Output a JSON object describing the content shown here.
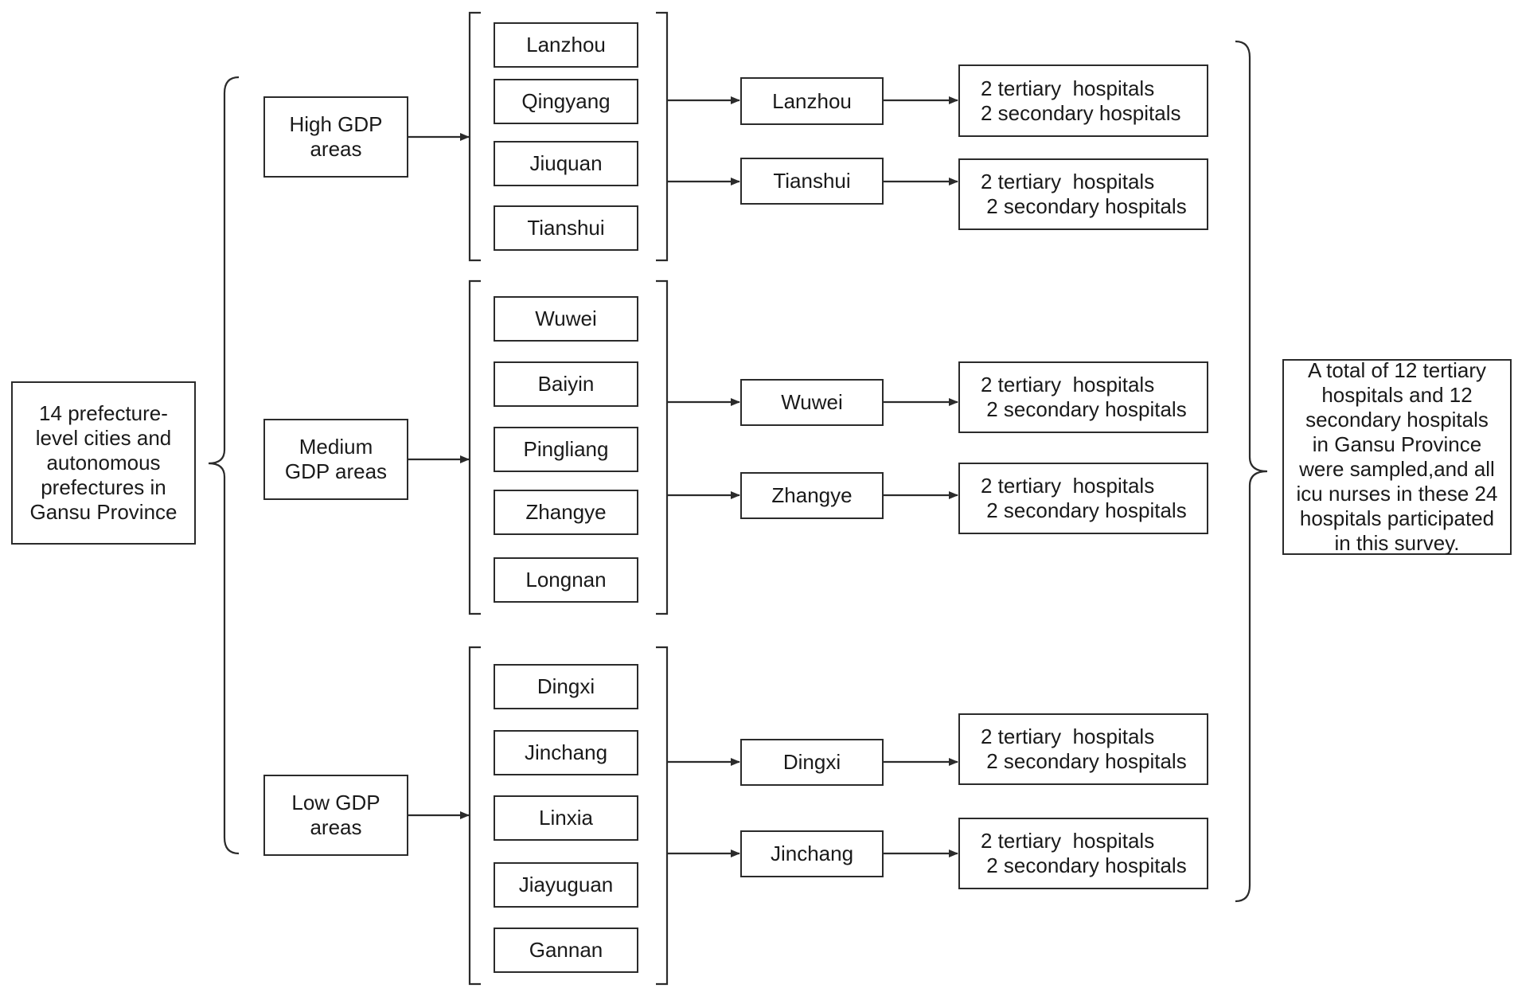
{
  "root": "14 prefecture-\nlevel cities and\nautonomous\nprefectures in\nGansu Province",
  "groups": [
    {
      "label": "High GDP\nareas",
      "cities": [
        "Lanzhou",
        "Qingyang",
        "Jiuquan",
        "Tianshui"
      ],
      "sampled": [
        {
          "city": "Lanzhou",
          "hospitals": "2 tertiary  hospitals\n2 secondary hospitals"
        },
        {
          "city": "Tianshui",
          "hospitals": "2 tertiary  hospitals\n 2 secondary hospitals"
        }
      ]
    },
    {
      "label": "Medium\nGDP areas",
      "cities": [
        "Wuwei",
        "Baiyin",
        "Pingliang",
        "Zhangye",
        "Longnan"
      ],
      "sampled": [
        {
          "city": "Wuwei",
          "hospitals": "2 tertiary  hospitals\n 2 secondary hospitals"
        },
        {
          "city": "Zhangye",
          "hospitals": "2 tertiary  hospitals\n 2 secondary hospitals"
        }
      ]
    },
    {
      "label": "Low GDP\nareas",
      "cities": [
        "Dingxi",
        "Jinchang",
        "Linxia",
        "Jiayuguan",
        "Gannan"
      ],
      "sampled": [
        {
          "city": "Dingxi",
          "hospitals": "2 tertiary  hospitals\n 2 secondary hospitals"
        },
        {
          "city": "Jinchang",
          "hospitals": "2 tertiary  hospitals\n 2 secondary hospitals"
        }
      ]
    }
  ],
  "summary": "A total of 12 tertiary\nhospitals and 12\nsecondary hospitals\nin Gansu Province\nwere sampled,and all\nicu nurses in these 24\nhospitals participated\nin this survey."
}
